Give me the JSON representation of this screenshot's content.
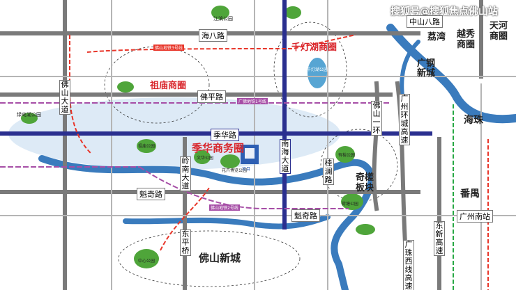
{
  "watermark": "搜狐号@搜狐焦点佛山站",
  "roads": {
    "haibalu": "海八路",
    "foupinglu": "佛平路",
    "jihualu": "季华路",
    "kuiqilu": "魁奇路",
    "foshandadao": "佛山大道",
    "nanhaidadao": "南海大道",
    "lingnandadao": "岭南大道",
    "guilandadao": "桂澜路",
    "dongpingqiao": "东平桥",
    "foshanyihuan": "佛山一环",
    "guangzhouhuancheng": "广州环城高速",
    "guangzhounanzhan": "广州南站",
    "dongxingaosu": "东新高速",
    "guangzhuxixian": "广珠西线高速",
    "zhongshanbalu": "中山八路",
    "kuiqilu_se": "魁奇路"
  },
  "areas": {
    "zumiao": "祖庙商圈",
    "qiandenghu": "千灯湖商圈",
    "jihua": "季华商务圈",
    "qilenqiao": "奇槎板块",
    "foshanxincheng": "佛山新城",
    "guangfo": "广钢新城",
    "liwan": "荔湾",
    "yuexiu": "越秀商圈",
    "tianhe": "天河商圈",
    "haizhu": "海珠",
    "panyu": "番禺"
  },
  "parks": {
    "jiangxin": "江滨公园",
    "qiandenghu_park": "千灯湖公园",
    "zumiao_park": "祖庙公园",
    "lvdao": "绿岛湖公园",
    "huangqi": "荷塘公园",
    "wenhua": "文华公园",
    "youqing": "有裕公园",
    "huacheng": "花卉博览公园",
    "zhongxin": "中心公园"
  },
  "metro": {
    "line1": "广佛地铁1号线",
    "line2": "佛山地铁2号线",
    "line3": "佛山地铁3号线"
  },
  "project": {
    "label": "项目"
  },
  "colors": {
    "river": "#3a7bbd",
    "road": "#6c6c6c",
    "mainAxis": "#2a2f8f",
    "metroRed": "#e8362a",
    "metroPurple": "#a64ea6",
    "park": "#4fa53a",
    "bubble": "#dbe9f6",
    "areaRed": "#d9262c"
  }
}
